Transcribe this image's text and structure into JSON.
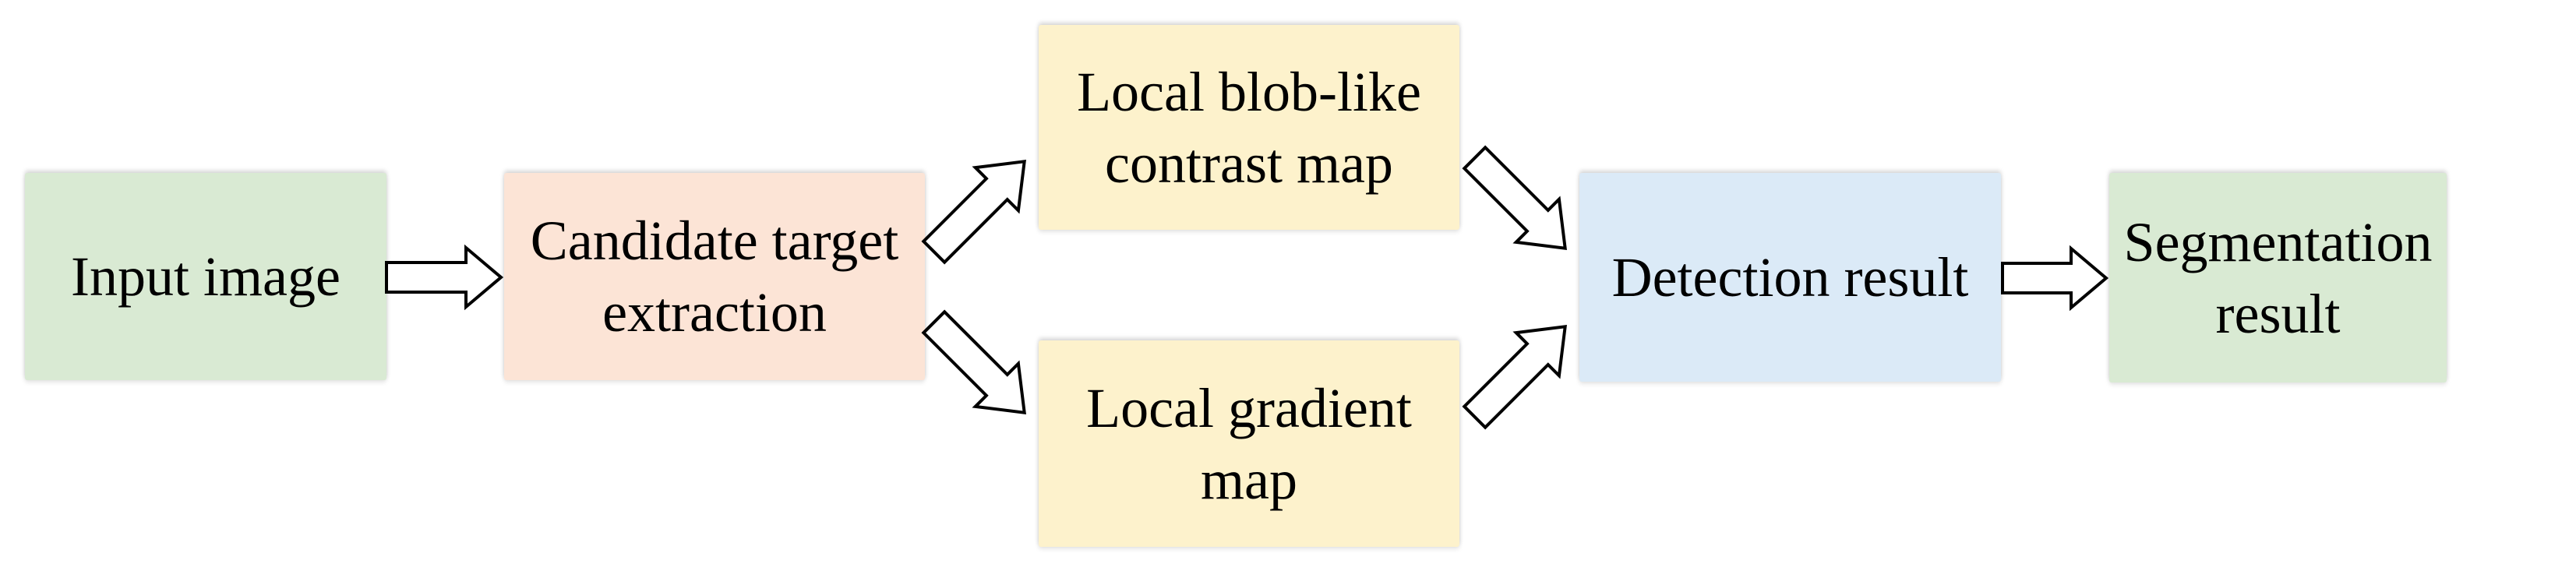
{
  "palette": {
    "background": "#ffffff",
    "node_green": "#d9ead3",
    "node_peach": "#fce4d6",
    "node_yellow": "#fdf2cc",
    "node_blue": "#dbeaf7",
    "text": "#000000",
    "arrow_fill": "#ffffff",
    "arrow_outline": "#000000"
  },
  "flowchart": {
    "nodes": [
      {
        "id": "input-image",
        "label": "Input image",
        "lines": [
          "Input image"
        ],
        "color": "#d9ead3"
      },
      {
        "id": "candidate-target-extraction",
        "label": "Candidate target extraction",
        "lines": [
          "Candidate target",
          "extraction"
        ],
        "color": "#fce4d6"
      },
      {
        "id": "local-blob-like-contrast-map",
        "label": "Local blob-like contrast map",
        "lines": [
          "Local blob-like",
          "contrast map"
        ],
        "color": "#fdf2cc"
      },
      {
        "id": "local-gradient-map",
        "label": "Local gradient map",
        "lines": [
          "Local gradient",
          "map"
        ],
        "color": "#fdf2cc"
      },
      {
        "id": "detection-result",
        "label": "Detection result",
        "lines": [
          "Detection result"
        ],
        "color": "#dbeaf7"
      },
      {
        "id": "segmentation-result",
        "label": "Segmentation result",
        "lines": [
          "Segmentation",
          "result"
        ],
        "color": "#d9ead3"
      }
    ],
    "edges": [
      {
        "from": "input-image",
        "to": "candidate-target-extraction",
        "style": "block-arrow",
        "direction": "right"
      },
      {
        "from": "candidate-target-extraction",
        "to": "local-blob-like-contrast-map",
        "style": "block-arrow",
        "direction": "up-right"
      },
      {
        "from": "candidate-target-extraction",
        "to": "local-gradient-map",
        "style": "block-arrow",
        "direction": "down-right"
      },
      {
        "from": "local-blob-like-contrast-map",
        "to": "detection-result",
        "style": "block-arrow",
        "direction": "down-right"
      },
      {
        "from": "local-gradient-map",
        "to": "detection-result",
        "style": "block-arrow",
        "direction": "up-right"
      },
      {
        "from": "detection-result",
        "to": "segmentation-result",
        "style": "block-arrow",
        "direction": "right"
      }
    ]
  }
}
